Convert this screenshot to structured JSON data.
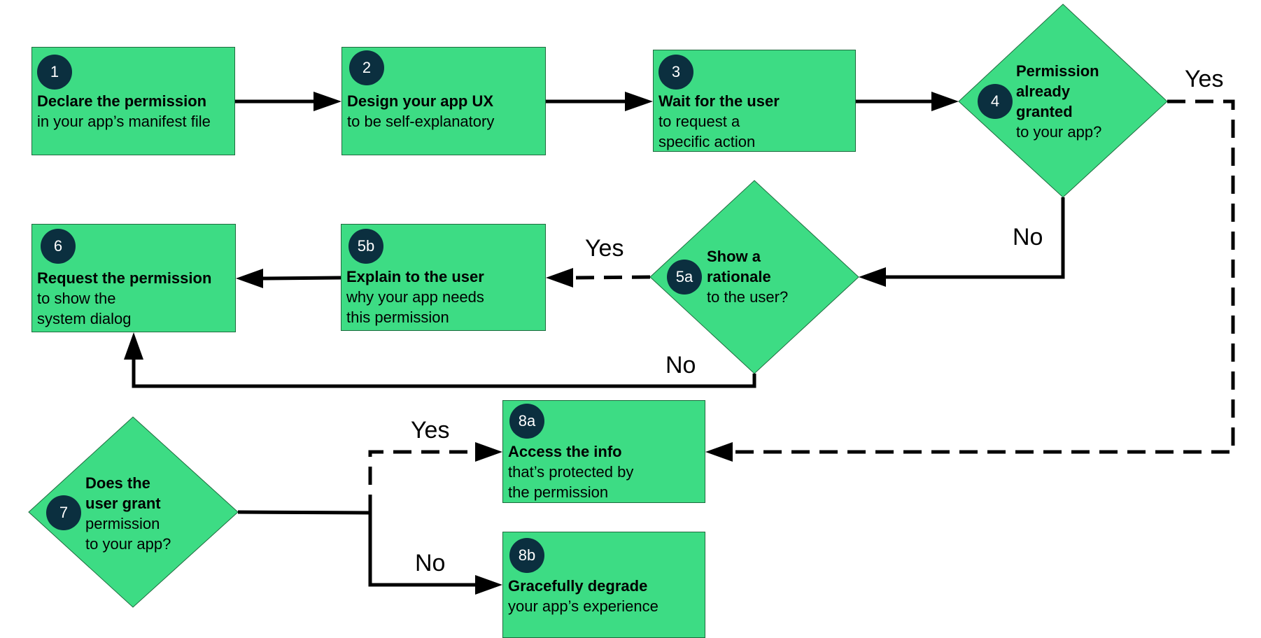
{
  "nodes": {
    "n1": {
      "badge": "1",
      "title": "Declare the permission",
      "sub": "in your app’s manifest file"
    },
    "n2": {
      "badge": "2",
      "title": "Design your app UX",
      "sub": "to be self-explanatory"
    },
    "n3": {
      "badge": "3",
      "title": "Wait for the user",
      "sub": "to request a\nspecific action"
    },
    "n4": {
      "badge": "4",
      "title": "Permission\nalready\ngranted",
      "sub": "to your app?"
    },
    "n5a": {
      "badge": "5a",
      "title": "Show a\nrationale",
      "sub": "to the user?"
    },
    "n5b": {
      "badge": "5b",
      "title": "Explain to the user",
      "sub": "why your app needs\nthis permission"
    },
    "n6": {
      "badge": "6",
      "title": "Request the permission",
      "sub": "to show the\nsystem dialog"
    },
    "n7": {
      "badge": "7",
      "title": "Does the\nuser grant",
      "sub": "permission\nto your app?"
    },
    "n8a": {
      "badge": "8a",
      "title": "Access the info",
      "sub": "that’s protected by\nthe permission"
    },
    "n8b": {
      "badge": "8b",
      "title": "Gracefully degrade",
      "sub": "your app’s experience"
    }
  },
  "edges": {
    "e4_yes": "Yes",
    "e4_no": "No",
    "e5a_yes": "Yes",
    "e5a_no": "No",
    "e7_yes": "Yes",
    "e7_no": "No"
  },
  "colors": {
    "node_fill": "#3ddc84",
    "badge_fill": "#0b2f3f",
    "line": "#000000"
  }
}
